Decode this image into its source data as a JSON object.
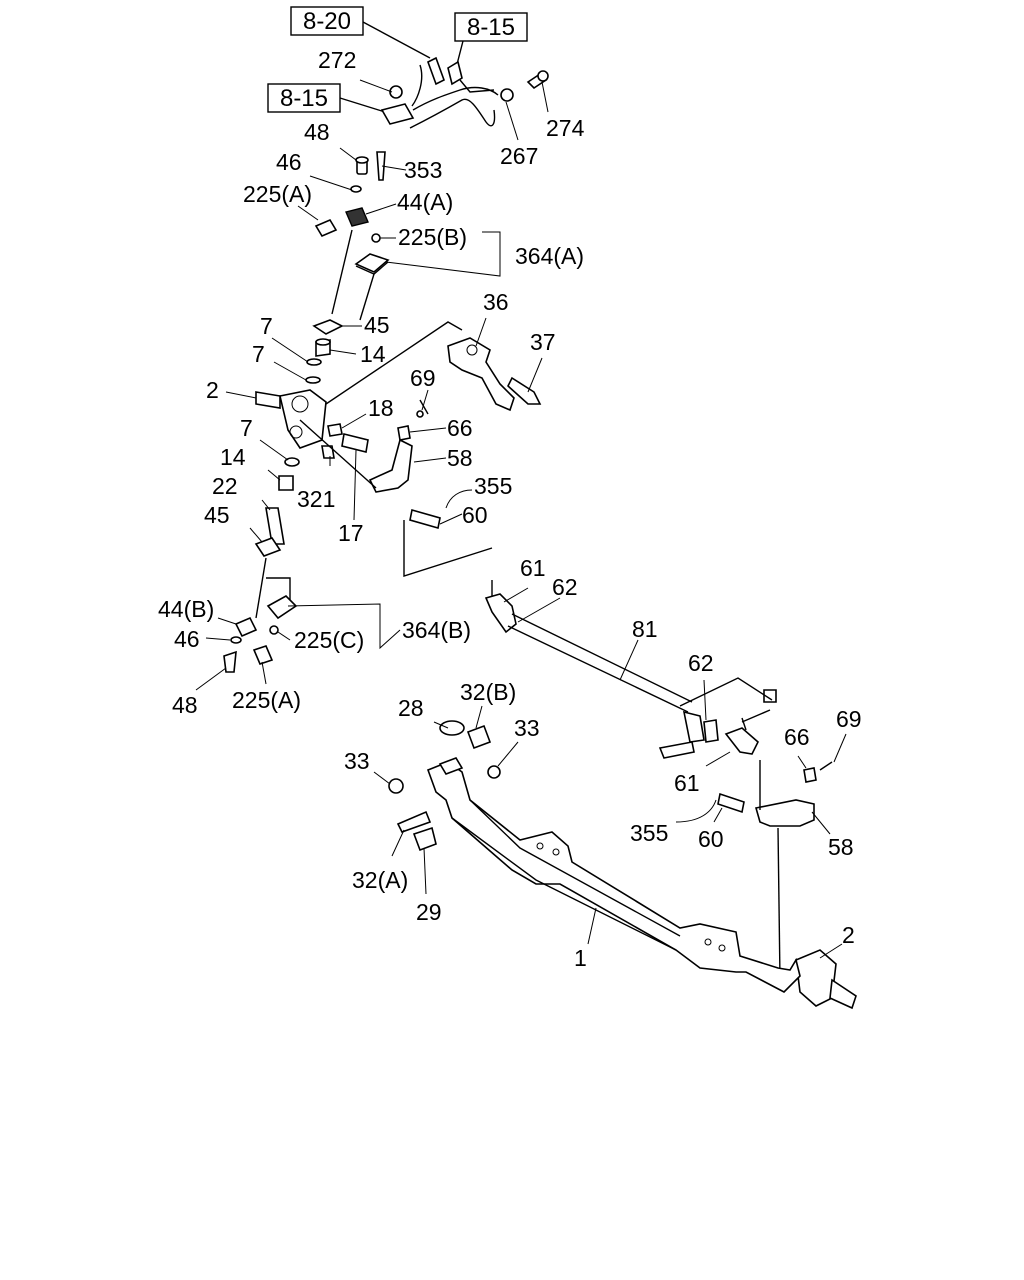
{
  "ref_boxes": [
    "8-20",
    "8-15",
    "8-15"
  ],
  "labels": {
    "l272": "272",
    "l274": "274",
    "l267": "267",
    "l48a": "48",
    "l46a": "46",
    "l353": "353",
    "l225a1": "225(A)",
    "l44a": "44(A)",
    "l225b": "225(B)",
    "l364a": "364(A)",
    "l45a": "45",
    "l7a": "7",
    "l14a": "14",
    "l7b": "7",
    "l2a": "2",
    "l36": "36",
    "l37": "37",
    "l69a": "69",
    "l18": "18",
    "l66a": "66",
    "l7c": "7",
    "l14b": "14",
    "l58a": "58",
    "l355a": "355",
    "l22": "22",
    "l321": "321",
    "l60a": "60",
    "l17": "17",
    "l45b": "45",
    "l61a": "61",
    "l62a": "62",
    "l81": "81",
    "l44b": "44(B)",
    "l46b": "46",
    "l225c": "225(C)",
    "l364b": "364(B)",
    "l48b": "48",
    "l225a2": "225(A)",
    "l62b": "62",
    "l28": "28",
    "l32b": "32(B)",
    "l33a": "33",
    "l33b": "33",
    "l66b": "66",
    "l69b": "69",
    "l61b": "61",
    "l355b": "355",
    "l60b": "60",
    "l58b": "58",
    "l32a": "32(A)",
    "l29": "29",
    "l1": "1",
    "l2b": "2"
  }
}
